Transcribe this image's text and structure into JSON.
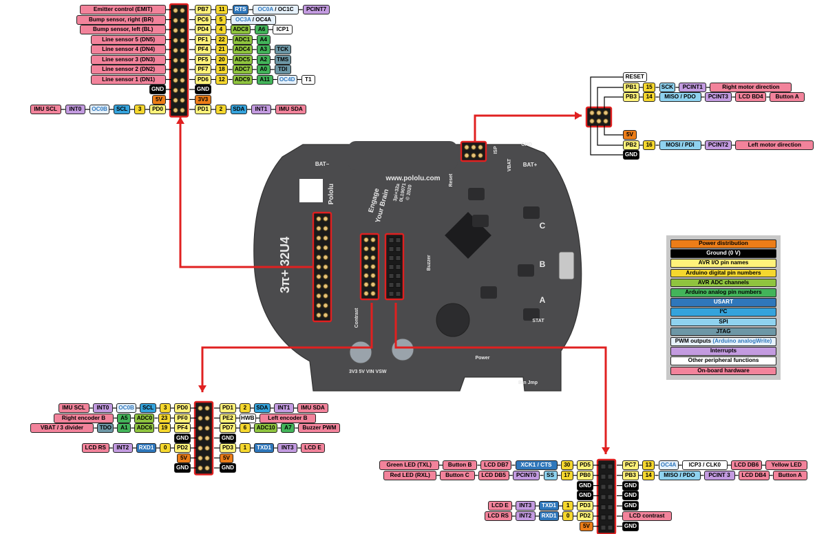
{
  "colors": {
    "ext": "#f2839b",
    "int": "#c39be0",
    "oc": "#e6f1fb",
    "uart": "#2f77bb",
    "i2c": "#35a3dc",
    "spi": "#8fd2ef",
    "jtag": "#6d97a6",
    "avr": "#fff27a",
    "dig": "#f5d72e",
    "adc": "#8fc43f",
    "ana": "#43b45a",
    "pwr": "#ec7d18",
    "gnd": "#000000",
    "oth": "#ffffff",
    "arrow": "#e02020",
    "board": "#4b4b4d"
  },
  "board": {
    "url": "www.pololu.com",
    "brand": "Pololu",
    "slogan1": "Engage",
    "slogan2": "Your Brain",
    "model": "3π+ 32U4",
    "part1": "3pi+32a",
    "part2": "0L19071",
    "year": "© 2020",
    "bat_minus": "BAT–",
    "bat_plus": "BAT+",
    "gnd": "GND",
    "vbat": "VBAT",
    "isp": "ISP",
    "reset": "Reset",
    "buzzer": "Buzzer",
    "contrast": "Contrast",
    "power": "Power",
    "stat": "STAT",
    "btn_a": "A",
    "btn_b": "B",
    "btn_c": "C",
    "rails": "3V3 5V VIN VSW",
    "btn_jmp": "Btn Jmp"
  },
  "legend": [
    {
      "label": "Power distribution",
      "color": "#ec7d18",
      "text": "#000000"
    },
    {
      "label": "Ground (0 V)",
      "color": "#000000",
      "text": "#ffffff"
    },
    {
      "label": "AVR I/O pin names",
      "color": "#fff27a",
      "text": "#000000"
    },
    {
      "label": "Arduino digital pin numbers",
      "color": "#f5d72e",
      "text": "#000000"
    },
    {
      "label": "AVR ADC channels",
      "color": "#8fc43f",
      "text": "#000000"
    },
    {
      "label": "Arduino analog pin numbers",
      "color": "#43b45a",
      "text": "#000000"
    },
    {
      "label": "USART",
      "color": "#2f77bb",
      "text": "#ffffff"
    },
    {
      "label": "I²C",
      "color": "#35a3dc",
      "text": "#000000"
    },
    {
      "label": "SPI",
      "color": "#8fd2ef",
      "text": "#000000"
    },
    {
      "label": "JTAG",
      "color": "#6d97a6",
      "text": "#000000"
    },
    {
      "label": "PWM outputs",
      "label2": "(Arduino analogWrite)",
      "color": "#e6f1fb",
      "text": "#000000"
    },
    {
      "label": "Interrupts",
      "color": "#c39be0",
      "text": "#000000"
    },
    {
      "label": "Other peripheral functions",
      "color": "#ffffff",
      "text": "#000000"
    },
    {
      "label": "On-board hardware",
      "color": "#f2839b",
      "text": "#000000"
    }
  ],
  "groups": {
    "top_left": [
      {
        "left": [
          [
            "ext",
            "Emitter control (EMIT)"
          ]
        ],
        "right": [
          [
            "avr",
            "PB7"
          ],
          [
            "dig",
            "11"
          ],
          [
            "uart",
            "RTS"
          ],
          [
            "oc",
            "OC0A",
            "OC1C"
          ],
          [
            "int",
            "PCINT7"
          ]
        ]
      },
      {
        "left": [
          [
            "ext",
            "Bump sensor, right (BR)"
          ]
        ],
        "right": [
          [
            "avr",
            "PC6"
          ],
          [
            "dig",
            "5"
          ],
          [
            "oc",
            "OC3A",
            "OC4A"
          ]
        ]
      },
      {
        "left": [
          [
            "ext",
            "Bump sensor, left (BL)"
          ]
        ],
        "right": [
          [
            "avr",
            "PD4"
          ],
          [
            "dig",
            "4"
          ],
          [
            "adc",
            "ADC8"
          ],
          [
            "ana",
            "A6"
          ],
          [
            "oth",
            "ICP1"
          ]
        ]
      },
      {
        "left": [
          [
            "ext",
            "Line sensor 5 (DN5)"
          ]
        ],
        "right": [
          [
            "avr",
            "PF1"
          ],
          [
            "dig",
            "22"
          ],
          [
            "adc",
            "ADC1"
          ],
          [
            "ana",
            "A4"
          ]
        ]
      },
      {
        "left": [
          [
            "ext",
            "Line sensor 4 (DN4)"
          ]
        ],
        "right": [
          [
            "avr",
            "PF4"
          ],
          [
            "dig",
            "21"
          ],
          [
            "adc",
            "ADC4"
          ],
          [
            "ana",
            "A3"
          ],
          [
            "jtag",
            "TCK"
          ]
        ]
      },
      {
        "left": [
          [
            "ext",
            "Line sensor 3 (DN3)"
          ]
        ],
        "right": [
          [
            "avr",
            "PF5"
          ],
          [
            "dig",
            "20"
          ],
          [
            "adc",
            "ADC5"
          ],
          [
            "ana",
            "A2"
          ],
          [
            "jtag",
            "TMS"
          ]
        ]
      },
      {
        "left": [
          [
            "ext",
            "Line sensor 2 (DN2)"
          ]
        ],
        "right": [
          [
            "avr",
            "PF7"
          ],
          [
            "dig",
            "18"
          ],
          [
            "adc",
            "ADC7"
          ],
          [
            "ana",
            "A0"
          ],
          [
            "jtag",
            "TDI"
          ]
        ]
      },
      {
        "left": [
          [
            "ext",
            "Line sensor 1 (DN1)"
          ]
        ],
        "right": [
          [
            "avr",
            "PD6"
          ],
          [
            "dig",
            "12"
          ],
          [
            "adc",
            "ADC9"
          ],
          [
            "ana",
            "A11"
          ],
          [
            "oc",
            "OC4D"
          ],
          [
            "oth",
            "T1"
          ]
        ]
      },
      {
        "left": [
          [
            "gnd",
            "GND"
          ]
        ],
        "right": [
          [
            "gnd",
            "GND"
          ]
        ]
      },
      {
        "left": [
          [
            "pwr",
            "5V"
          ]
        ],
        "right": [
          [
            "pwr",
            "3V3"
          ]
        ]
      },
      {
        "left": [
          [
            "ext",
            "IMU SCL"
          ],
          [
            "int",
            "INT0"
          ],
          [
            "oc",
            "OC0B"
          ],
          [
            "i2c",
            "SCL"
          ],
          [
            "dig",
            "3"
          ],
          [
            "avr",
            "PD0"
          ]
        ],
        "right": [
          [
            "avr",
            "PD1"
          ],
          [
            "dig",
            "2"
          ],
          [
            "i2c",
            "SDA"
          ],
          [
            "int",
            "INT1"
          ],
          [
            "ext",
            "IMU SDA"
          ]
        ]
      }
    ],
    "top_right": [
      {
        "left": [],
        "right": [
          [
            "oth",
            "RESET"
          ]
        ]
      },
      {
        "left": [],
        "right": [
          [
            "avr",
            "PB1"
          ],
          [
            "dig",
            "15"
          ],
          [
            "spi",
            "SCK"
          ],
          [
            "int",
            "PCINT1"
          ],
          [
            "ext",
            "Right motor direction"
          ]
        ]
      },
      {
        "left": [],
        "right": [
          [
            "avr",
            "PB3"
          ],
          [
            "dig",
            "14"
          ],
          [
            "spi",
            "MISO / PDO"
          ],
          [
            "int",
            "PCINT3"
          ],
          [
            "ext",
            "LCD BD4"
          ],
          [
            "ext",
            "Button A"
          ]
        ]
      },
      {
        "left": [],
        "right": [
          [
            "pwr",
            "5V"
          ]
        ]
      },
      {
        "left": [],
        "right": [
          [
            "avr",
            "PB2"
          ],
          [
            "dig",
            "16"
          ],
          [
            "spi",
            "MOSI / PDI"
          ],
          [
            "int",
            "PCINT2"
          ],
          [
            "ext",
            "Left motor direction"
          ]
        ]
      },
      {
        "left": [],
        "right": [
          [
            "gnd",
            "GND"
          ]
        ]
      }
    ],
    "bottom_left": [
      {
        "left": [
          [
            "ext",
            "IMU SCL"
          ],
          [
            "int",
            "INT0"
          ],
          [
            "oc",
            "OC0B"
          ],
          [
            "i2c",
            "SCL"
          ],
          [
            "dig",
            "3"
          ],
          [
            "avr",
            "PD0"
          ]
        ],
        "right": [
          [
            "avr",
            "PD1"
          ],
          [
            "dig",
            "2"
          ],
          [
            "i2c",
            "SDA"
          ],
          [
            "int",
            "INT1"
          ],
          [
            "ext",
            "IMU SDA"
          ]
        ]
      },
      {
        "left": [
          [
            "ext",
            "Right encoder B"
          ],
          [
            "ana",
            "A5"
          ],
          [
            "adc",
            "ADC0"
          ],
          [
            "dig",
            "23"
          ],
          [
            "avr",
            "PF0"
          ]
        ],
        "right": [
          [
            "avr",
            "PE2"
          ],
          [
            "oth",
            "HWB"
          ],
          [
            "ext",
            "Left encoder B"
          ]
        ]
      },
      {
        "left": [
          [
            "ext",
            "VBAT / 3 divider"
          ],
          [
            "jtag",
            "TDO"
          ],
          [
            "ana",
            "A1"
          ],
          [
            "adc",
            "ADC6"
          ],
          [
            "dig",
            "19"
          ],
          [
            "avr",
            "PF4"
          ]
        ],
        "right": [
          [
            "avr",
            "PD7"
          ],
          [
            "dig",
            "6"
          ],
          [
            "adc",
            "ADC10"
          ],
          [
            "ana",
            "A7"
          ],
          [
            "ext",
            "Buzzer PWM"
          ]
        ]
      },
      {
        "left": [
          [
            "gnd",
            "GND"
          ]
        ],
        "right": [
          [
            "gnd",
            "GND"
          ]
        ]
      },
      {
        "left": [
          [
            "ext",
            "LCD RS"
          ],
          [
            "int",
            "INT2"
          ],
          [
            "uart",
            "RXD1"
          ],
          [
            "dig",
            "0"
          ],
          [
            "avr",
            "PD2"
          ]
        ],
        "right": [
          [
            "avr",
            "PD3"
          ],
          [
            "dig",
            "1"
          ],
          [
            "uart",
            "TXD1"
          ],
          [
            "int",
            "INT3"
          ],
          [
            "ext",
            "LCD E"
          ]
        ]
      },
      {
        "left": [
          [
            "pwr",
            "5V"
          ]
        ],
        "right": [
          [
            "pwr",
            "5V"
          ]
        ]
      },
      {
        "left": [
          [
            "gnd",
            "GND"
          ]
        ],
        "right": [
          [
            "gnd",
            "GND"
          ]
        ]
      }
    ],
    "bottom_right": [
      {
        "left": [
          [
            "ext",
            "Green LED (TXL)"
          ],
          [
            "ext",
            "Button B"
          ],
          [
            "ext",
            "LCD DB7"
          ],
          [
            "uart",
            "XCK1 / CTS"
          ],
          [
            "dig",
            "30"
          ],
          [
            "avr",
            "PD5"
          ]
        ],
        "right": [
          [
            "avr",
            "PC7"
          ],
          [
            "dig",
            "13"
          ],
          [
            "oc",
            "OC4A"
          ],
          [
            "oth",
            "ICP3 / CLK0"
          ],
          [
            "ext",
            "LCD DB6"
          ],
          [
            "ext",
            "Yellow LED"
          ]
        ]
      },
      {
        "left": [
          [
            "ext",
            "Red LED (RXL)"
          ],
          [
            "ext",
            "Button C"
          ],
          [
            "ext",
            "LCD DB5"
          ],
          [
            "int",
            "PCINT0"
          ],
          [
            "spi",
            "SS"
          ],
          [
            "dig",
            "17"
          ],
          [
            "avr",
            "PB0"
          ]
        ],
        "right": [
          [
            "avr",
            "PB3"
          ],
          [
            "dig",
            "14"
          ],
          [
            "spi",
            "MISO / PDO"
          ],
          [
            "int",
            "PCINT 3"
          ],
          [
            "ext",
            "LCD DB4"
          ],
          [
            "ext",
            "Button A"
          ]
        ]
      },
      {
        "left": [
          [
            "gnd",
            "GND"
          ]
        ],
        "right": [
          [
            "gnd",
            "GND"
          ]
        ]
      },
      {
        "left": [
          [
            "gnd",
            "GND"
          ]
        ],
        "right": [
          [
            "gnd",
            "GND"
          ]
        ]
      },
      {
        "left": [
          [
            "ext",
            "LCD E"
          ],
          [
            "int",
            "INT3"
          ],
          [
            "uart",
            "TXD1"
          ],
          [
            "dig",
            "1"
          ],
          [
            "avr",
            "PD3"
          ]
        ],
        "right": [
          [
            "gnd",
            "GND"
          ]
        ]
      },
      {
        "left": [
          [
            "ext",
            "LCD RS"
          ],
          [
            "int",
            "INT2"
          ],
          [
            "uart",
            "RXD1"
          ],
          [
            "dig",
            "0"
          ],
          [
            "avr",
            "PD2"
          ]
        ],
        "right": [
          [
            "ext",
            "LCD contrast"
          ]
        ]
      },
      {
        "left": [
          [
            "pwr",
            "5V"
          ]
        ],
        "right": [
          [
            "gnd",
            "GND"
          ]
        ]
      }
    ]
  }
}
